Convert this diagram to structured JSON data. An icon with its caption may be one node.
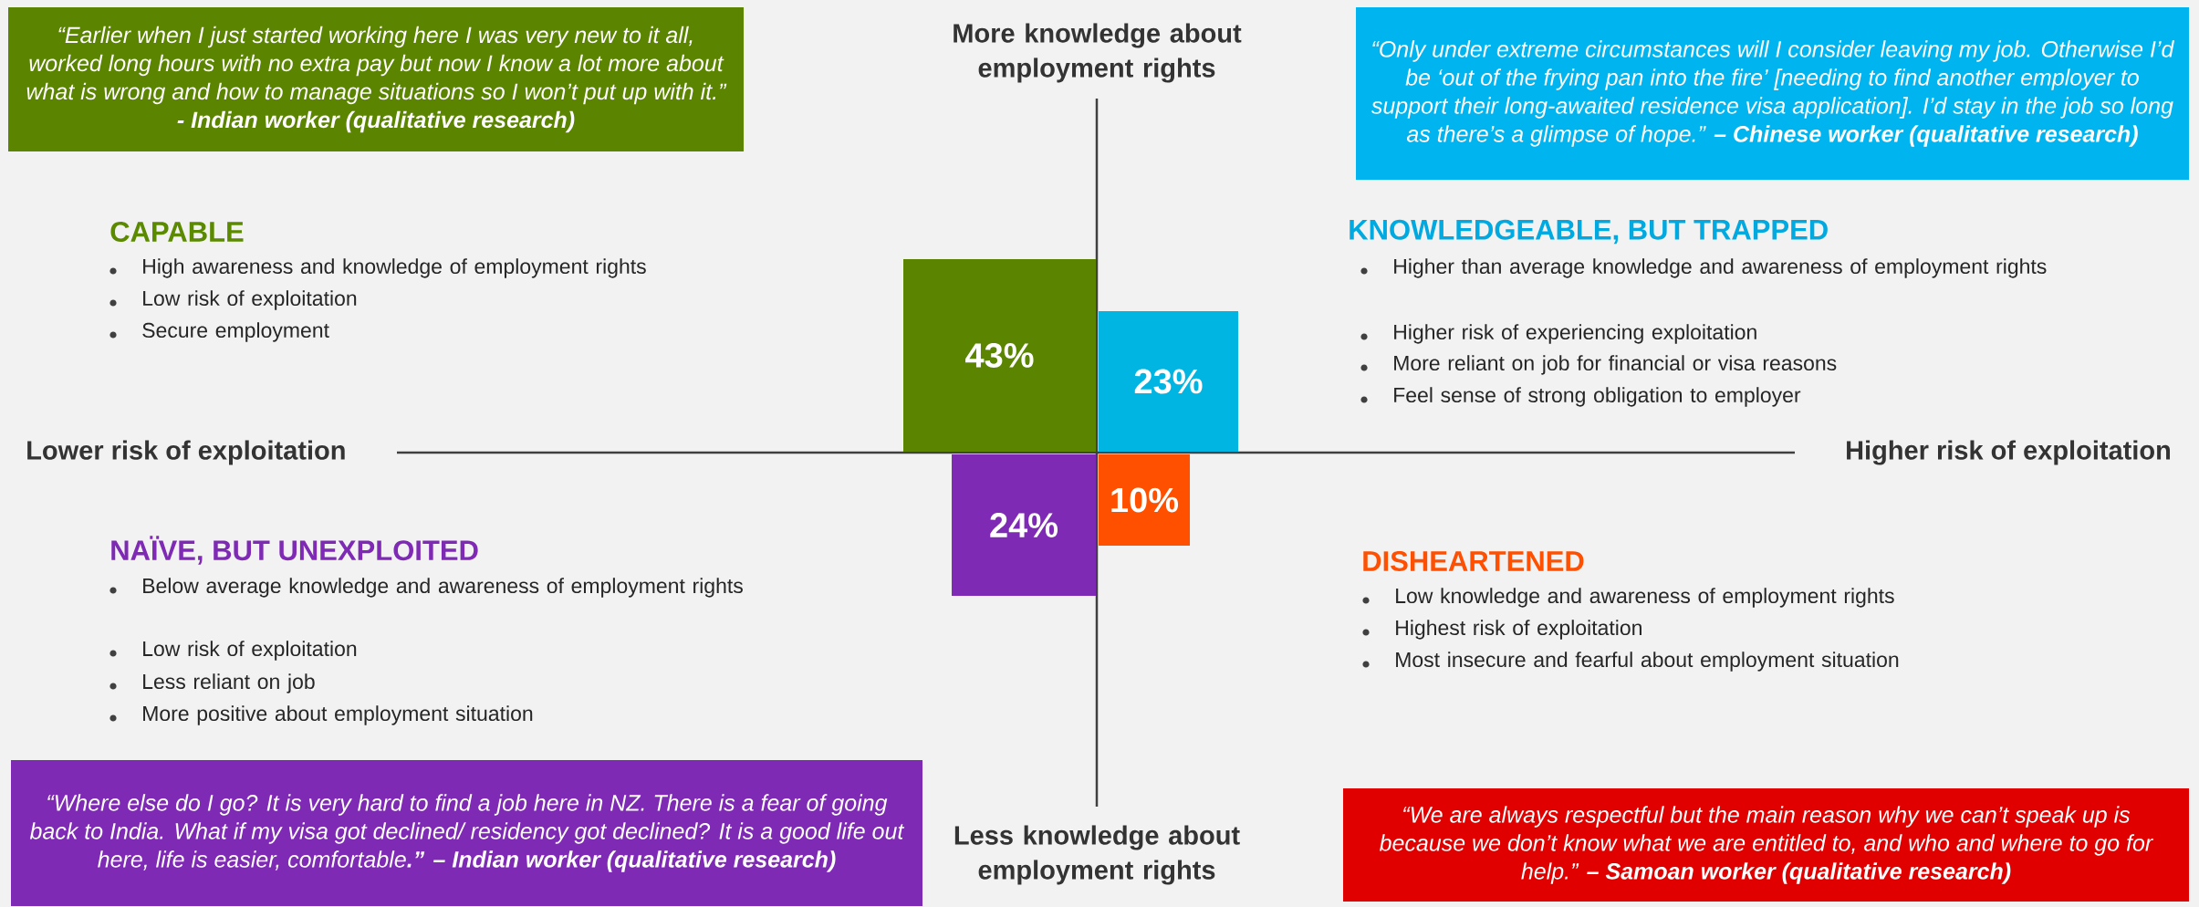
{
  "diagram": {
    "nodes": [
      {
        "text": [
          "“Earlier when I just started working here I was very new to it all, worked long hours with no extra pay but now I know a lot more about what is wrong and how to manage situations so I won’t put up with it.” **- Indian worker (qualitative research)**"
        ]
      },
      {
        "text": [
          "“Only under extreme circumstances will I consider leaving my job. Otherwise I’d be ‘out of the frying pan into the fire’ [needing to find another employer to support their long-awaited residence visa application]. I’d stay in the job so long as there’s a glimpse of hope.” **– Chinese worker (qualitative research)**"
        ]
      },
      {
        "text": [
          "43%"
        ]
      },
      {
        "text": [
          "23%"
        ]
      },
      {
        "text": [
          "24%"
        ]
      },
      {
        "text": [
          "10%"
        ]
      },
      {
        "text": [
          "“Where else do I go? It is very hard to find a job here in NZ. There is a fear of going back to India. What if my visa got declined/ residency got declined? It is a good life out here, life is easier, comfortable**.” – Indian worker (qualitative research)**"
        ]
      },
      {
        "text": [
          "“We are always respectful but the main reason why we can’t speak up is because we don’t know what we are entitled to, and who and where to go for help.” **– Samoan worker (qualitative research)**"
        ]
      }
    ],
    "labels": [
      "More knowledge about employment rights",
      "CAPABLE",
      "High awareness and knowledge of employment rights",
      "Low risk of exploitation",
      "Secure employment",
      "KNOWLEDGEABLE, BUT TRAPPED",
      "Higher than average knowledge and awareness of employment rights",
      "Higher risk of experiencing exploitation",
      "More reliant on job for financial or visa reasons",
      "Feel sense of strong obligation to employer",
      "Lower risk of exploitation",
      "Higher risk of exploitation",
      "NAÏVE, BUT UNEXPLOITED",
      "Below average knowledge and awareness of employment rights",
      "Low risk of exploitation",
      "Less reliant on job",
      "More positive about employment situation",
      "DISHEARTENED",
      "Low knowledge and awareness of employment rights",
      "Highest risk of exploitation",
      "Most insecure and fearful about employment situation",
      "Less knowledge about employment rights"
    ]
  }
}
